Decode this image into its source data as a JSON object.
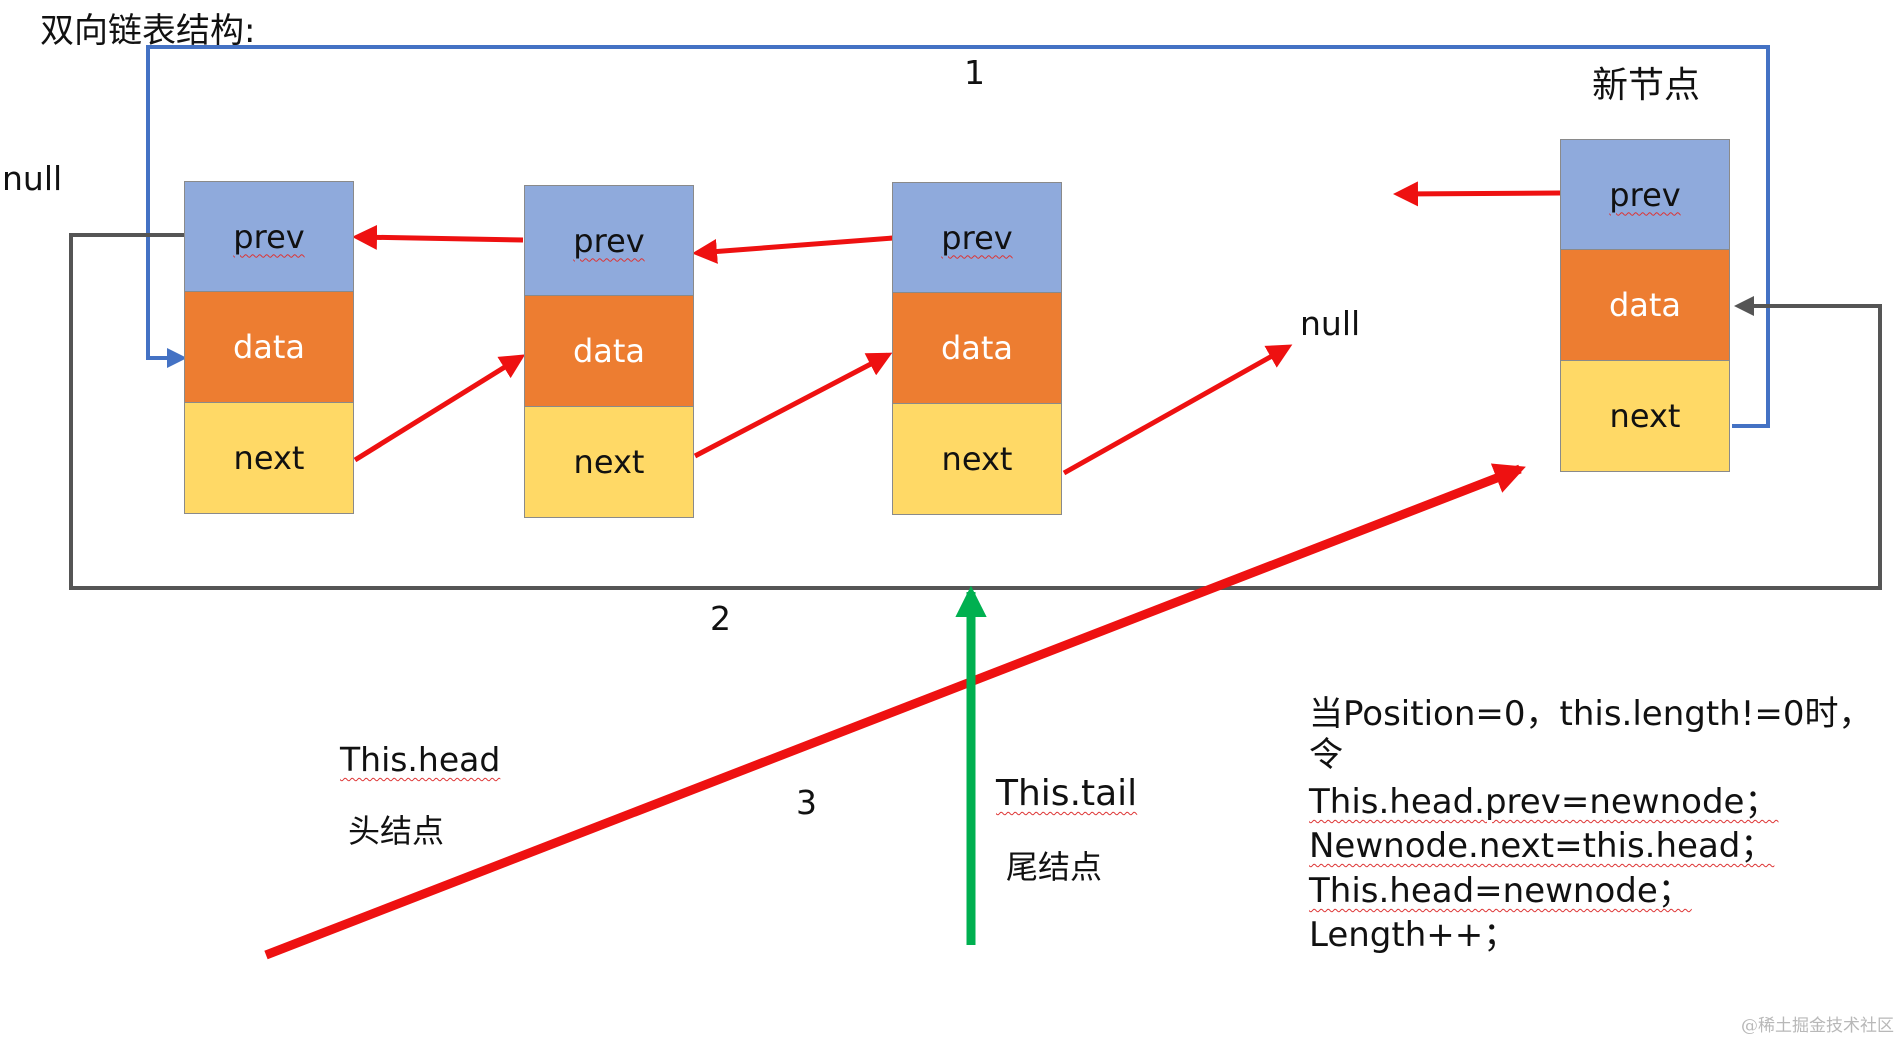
{
  "title": "双向链表结构:",
  "labels": {
    "arrow_one": "1",
    "arrow_two": "2",
    "arrow_three": "3",
    "null_left": "null",
    "null_right": "null",
    "new_node_title": "新节点",
    "head_code": "This.head",
    "head_caption": "头结点",
    "tail_code": "This.tail",
    "tail_caption": "尾结点"
  },
  "nodes": [
    {
      "prev": "prev",
      "data": "data",
      "next": "next"
    },
    {
      "prev": "prev",
      "data": "data",
      "next": "next"
    },
    {
      "prev": "prev",
      "data": "data",
      "next": "next"
    },
    {
      "prev": "prev",
      "data": "data",
      "next": "next"
    }
  ],
  "code": [
    "当Position=0，this.length!=0时，",
    "令",
    "This.head.prev=newnode；",
    "Newnode.next=this.head；",
    "This.head=newnode；",
    "Length++；"
  ],
  "watermark": "@稀土掘金技术社区",
  "colors": {
    "prev_fill": "#8faadc",
    "data_fill": "#ed7d31",
    "next_fill": "#ffd966",
    "red_arrow": "#ee1111",
    "blue_line": "#4472c4",
    "gray_line": "#555555",
    "green_arrow": "#00b050"
  }
}
